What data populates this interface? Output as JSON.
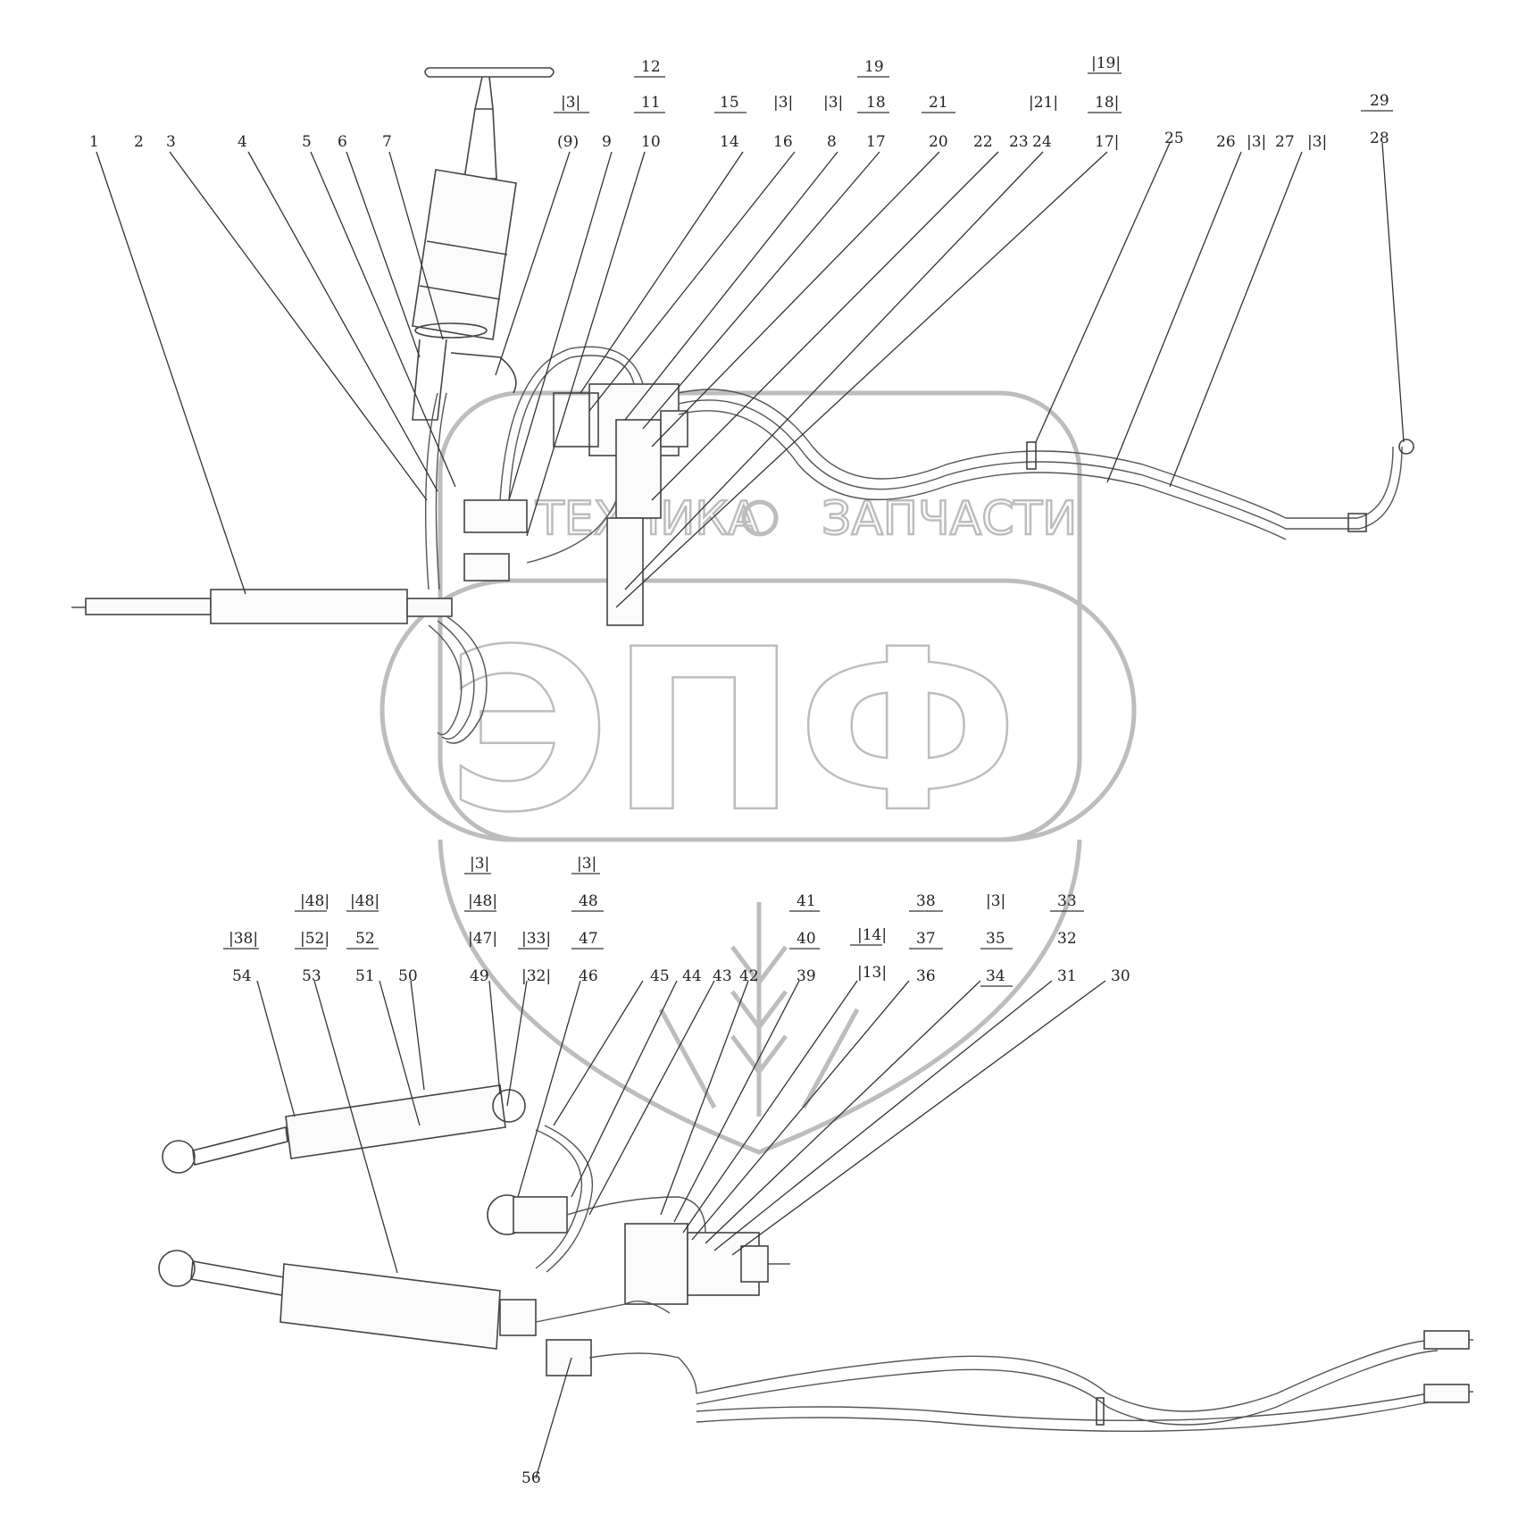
{
  "watermark": {
    "top_left_text": "ТЕХНИКА",
    "top_right_text": "ЗАПЧАСТИ",
    "logo_text": "ЭПФ"
  },
  "callouts_upper": [
    {
      "id": "c1",
      "text": "1"
    },
    {
      "id": "c2",
      "text": "2"
    },
    {
      "id": "c3",
      "text": "3"
    },
    {
      "id": "c4",
      "text": "4"
    },
    {
      "id": "c5",
      "text": "5"
    },
    {
      "id": "c6",
      "text": "6"
    },
    {
      "id": "c7",
      "text": "7"
    },
    {
      "id": "c3a",
      "text": "|3|"
    },
    {
      "id": "c9p",
      "text": "(9)"
    },
    {
      "id": "c9",
      "text": "9"
    },
    {
      "id": "c12",
      "text": "12"
    },
    {
      "id": "c11",
      "text": "11"
    },
    {
      "id": "c10",
      "text": "10"
    },
    {
      "id": "c15",
      "text": "15"
    },
    {
      "id": "c14",
      "text": "14"
    },
    {
      "id": "c3b",
      "text": "|3|"
    },
    {
      "id": "c16",
      "text": "16"
    },
    {
      "id": "c3c",
      "text": "|3|"
    },
    {
      "id": "c8",
      "text": "8"
    },
    {
      "id": "c19",
      "text": "19"
    },
    {
      "id": "c18",
      "text": "18"
    },
    {
      "id": "c17",
      "text": "17"
    },
    {
      "id": "c21",
      "text": "21"
    },
    {
      "id": "c20",
      "text": "20"
    },
    {
      "id": "c22",
      "text": "22"
    },
    {
      "id": "c23",
      "text": "23"
    },
    {
      "id": "c21a",
      "text": "|21|"
    },
    {
      "id": "c24",
      "text": "24"
    },
    {
      "id": "c19a",
      "text": "|19|"
    },
    {
      "id": "c18a",
      "text": "18|"
    },
    {
      "id": "c17a",
      "text": "17|"
    },
    {
      "id": "c25",
      "text": "25"
    },
    {
      "id": "c26",
      "text": "26"
    },
    {
      "id": "c3d",
      "text": "|3|"
    },
    {
      "id": "c27",
      "text": "27"
    },
    {
      "id": "c3e",
      "text": "|3|"
    },
    {
      "id": "c29",
      "text": "29"
    },
    {
      "id": "c28",
      "text": "28"
    }
  ],
  "callouts_lower": [
    {
      "id": "d3a",
      "text": "|3|"
    },
    {
      "id": "d48a",
      "text": "|48|"
    },
    {
      "id": "d47a",
      "text": "|47|"
    },
    {
      "id": "d49",
      "text": "49"
    },
    {
      "id": "d33a",
      "text": "|33|"
    },
    {
      "id": "d32a",
      "text": "|32|"
    },
    {
      "id": "d3b",
      "text": "|3|"
    },
    {
      "id": "d48",
      "text": "48"
    },
    {
      "id": "d47",
      "text": "47"
    },
    {
      "id": "d46",
      "text": "46"
    },
    {
      "id": "d48b",
      "text": "|48|"
    },
    {
      "id": "d52a",
      "text": "|52|"
    },
    {
      "id": "d53",
      "text": "53"
    },
    {
      "id": "d48c",
      "text": "|48|"
    },
    {
      "id": "d52",
      "text": "52"
    },
    {
      "id": "d51",
      "text": "51"
    },
    {
      "id": "d50",
      "text": "50"
    },
    {
      "id": "d38a",
      "text": "|38|"
    },
    {
      "id": "d54",
      "text": "54"
    },
    {
      "id": "d45",
      "text": "45"
    },
    {
      "id": "d44",
      "text": "44"
    },
    {
      "id": "d43",
      "text": "43"
    },
    {
      "id": "d42",
      "text": "42"
    },
    {
      "id": "d41",
      "text": "41"
    },
    {
      "id": "d40",
      "text": "40"
    },
    {
      "id": "d39",
      "text": "39"
    },
    {
      "id": "d14a",
      "text": "|14|"
    },
    {
      "id": "d13a",
      "text": "|13|"
    },
    {
      "id": "d38",
      "text": "38"
    },
    {
      "id": "d37",
      "text": "37"
    },
    {
      "id": "d36",
      "text": "36"
    },
    {
      "id": "d3c",
      "text": "|3|"
    },
    {
      "id": "d35",
      "text": "35"
    },
    {
      "id": "d34",
      "text": "34"
    },
    {
      "id": "d33",
      "text": "33"
    },
    {
      "id": "d32",
      "text": "32"
    },
    {
      "id": "d31",
      "text": "31"
    },
    {
      "id": "d30",
      "text": "30"
    },
    {
      "id": "d56",
      "text": "56"
    }
  ]
}
